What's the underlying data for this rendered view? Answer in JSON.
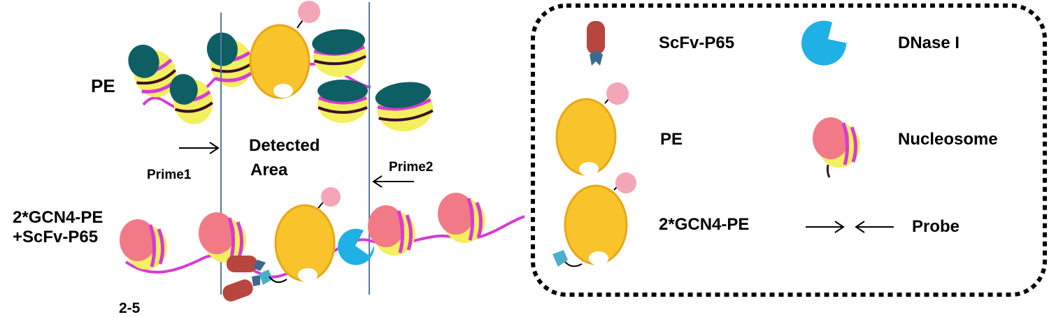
{
  "diagram": {
    "rows": {
      "pe": {
        "label": "PE"
      },
      "gcn4": {
        "label_line1": "2*GCN4-PE",
        "label_line2": "+ScFv-P65"
      }
    },
    "detected_area": {
      "line1": "Detected",
      "line2": "Area"
    },
    "primers": {
      "left": "Prime1",
      "right": "Prime2"
    },
    "cut_off_text": "2-5"
  },
  "legend": {
    "items": {
      "scfv": "ScFv-P65",
      "dnase": "DNase I",
      "pe": "PE",
      "nucleosome": "Nucleosome",
      "gcn4pe": "2*GCN4-PE",
      "probe": "Probe"
    }
  },
  "colors": {
    "nucleosome_dark": "#0e5f63",
    "nucleosome_yellow": "#f3ef5e",
    "nucleosome_pink": "#f27a86",
    "dna_magenta": "#d63bd6",
    "stripe_dark": "#3a0f2a",
    "pe_body": "#f8c32b",
    "pe_rim": "#e7a818",
    "pe_head": "#f4a6b8",
    "dnase": "#1fb1e6",
    "scfv": "#b7463f",
    "tag": "#3c6a8f",
    "tag_light": "#4ab0c9",
    "divider": "#5679a7"
  }
}
